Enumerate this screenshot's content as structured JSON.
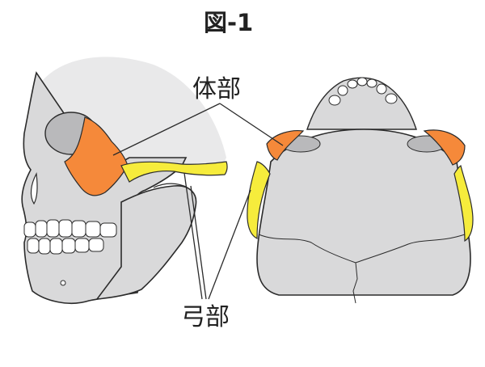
{
  "figure": {
    "title": "図-1"
  },
  "labels": {
    "body": "体部",
    "arch": "弓部"
  },
  "colors": {
    "bone": "#d9d9da",
    "bone_shadow": "#b9b9bb",
    "outline": "#2b2b2b",
    "body_region": "#f5893a",
    "arch_region": "#f6ec3c",
    "skull_shade": "#e9e9ea"
  },
  "views": {
    "left": "side",
    "right": "bottom"
  }
}
